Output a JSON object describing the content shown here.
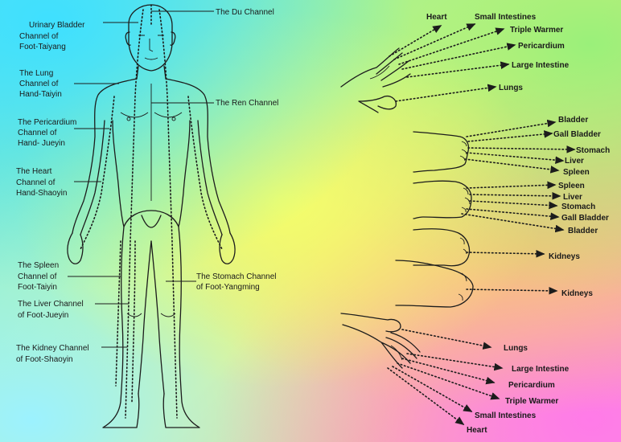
{
  "body_labels": {
    "du": "The Du Channel",
    "bladder_1": "Urinary Bladder",
    "bladder_2": "Channel of",
    "bladder_3": "Foot-Taiyang",
    "lung_1": "The Lung",
    "lung_2": "Channel of",
    "lung_3": "Hand-Taiyin",
    "ren": "The Ren Channel",
    "peri_1": "The Pericardium",
    "peri_2": "Channel of",
    "peri_3": "Hand- Jueyin",
    "heart_1": "The Heart",
    "heart_2": "Channel of",
    "heart_3": "Hand-Shaoyin",
    "spleen_1": "The Spleen",
    "spleen_2": "Channel of",
    "spleen_3": "Foot-Taiyin",
    "stomach_1": "The Stomach Channel",
    "stomach_2": "of Foot-Yangming",
    "liver_1": "The Liver Channel",
    "liver_2": "of Foot-Jueyin",
    "kidney_1": "The Kidney Channel",
    "kidney_2": "of Foot-Shaoyin"
  },
  "hand_top": {
    "heart": "Heart",
    "small_intestines": "Small Intestines",
    "triple_warmer": "Triple Warmer",
    "pericardium": "Pericardium",
    "large_intestine": "Large Intestine",
    "lungs": "Lungs"
  },
  "foot_1": {
    "bladder": "Bladder",
    "gall_bladder": "Gall Bladder",
    "stomach": "Stomach",
    "liver": "Liver",
    "spleen": "Spleen"
  },
  "foot_2": {
    "spleen": "Spleen",
    "liver": "Liver",
    "stomach": "Stomach",
    "gall_bladder": "Gall Bladder",
    "bladder": "Bladder"
  },
  "sole_1": {
    "kidneys": "Kidneys"
  },
  "sole_2": {
    "kidneys": "Kidneys"
  },
  "hand_bottom": {
    "lungs": "Lungs",
    "large_intestine": "Large Intestine",
    "pericardium": "Pericardium",
    "triple_warmer": "Triple Warmer",
    "small_intestines": "Small Intestines",
    "heart": "Heart"
  },
  "colors": {
    "ink": "#1c1c1c",
    "bg_cyan": "#3fe0ff",
    "bg_yellow": "#f4ff6a",
    "bg_pink": "#ff7be8"
  }
}
